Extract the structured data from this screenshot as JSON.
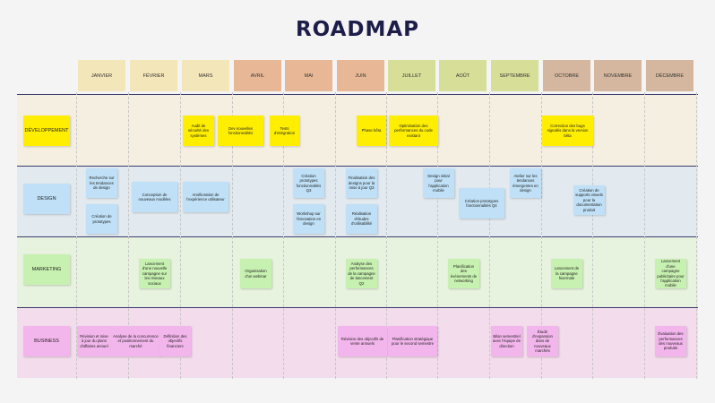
{
  "title": "ROADMAP",
  "months": [
    "JANVIER",
    "FÉVRIER",
    "MARS",
    "AVRIL",
    "MAI",
    "JUIN",
    "JUILLET",
    "AOÛT",
    "SEPTEMBRE",
    "OCTOBRE",
    "NOVEMBRE",
    "DÉCEMBRE"
  ],
  "month_colors": [
    "#f3e6b9",
    "#f3e6b9",
    "#f3e6b9",
    "#e8b896",
    "#e8b896",
    "#e8b896",
    "#d6de98",
    "#d6de98",
    "#d6de98",
    "#d4b79e",
    "#d4b79e",
    "#d4b79e"
  ],
  "rows": [
    {
      "label": "DÉVELOPPEMENT",
      "band": "#f4efe0",
      "label_bg": "#ffee00"
    },
    {
      "label": "DESIGN",
      "band": "#e2eaf0",
      "label_bg": "#bfe0f6"
    },
    {
      "label": "MARKETING",
      "band": "#e8f3df",
      "label_bg": "#c7f1b0"
    },
    {
      "label": "BUSINESS",
      "band": "#f3dcec",
      "label_bg": "#f3b6ec"
    }
  ],
  "notes": [
    {
      "text": "Audit de sécurité des systèmes",
      "color": "#ffee00"
    },
    {
      "text": "Dev nouvelles fonctionnalités",
      "color": "#ffee00"
    },
    {
      "text": "Tests d'intégration",
      "color": "#ffee00"
    },
    {
      "text": "Phase bêta",
      "color": "#ffee00"
    },
    {
      "text": "Optimisation des performances du code existant",
      "color": "#ffee00"
    },
    {
      "text": "Correction des bugs signalés dans la version bêta",
      "color": "#ffee00"
    },
    {
      "text": "Recherche sur les tendances de design",
      "color": "#bfe0f6"
    },
    {
      "text": "Création de prototypes",
      "color": "#bfe0f6"
    },
    {
      "text": "Conception de nouveaux modèles",
      "color": "#bfe0f6"
    },
    {
      "text": "Amélioration de l'expérience utilisateur",
      "color": "#bfe0f6"
    },
    {
      "text": "Création prototypes fonctionnalités Q3",
      "color": "#bfe0f6"
    },
    {
      "text": "Workshop sur l'innovation en design",
      "color": "#bfe0f6"
    },
    {
      "text": "Finalisation des designs pour la mise à jour Q3",
      "color": "#bfe0f6"
    },
    {
      "text": "Réalisation d'études d'utilisabilité",
      "color": "#bfe0f6"
    },
    {
      "text": "Design initial pour l'application mobile",
      "color": "#bfe0f6"
    },
    {
      "text": "Création prototypes fonctionnalités Q4",
      "color": "#bfe0f6"
    },
    {
      "text": "Atelier sur les tendances émergentes en design",
      "color": "#bfe0f6"
    },
    {
      "text": "Création de supports visuels pour la documentation produit",
      "color": "#bfe0f6"
    },
    {
      "text": "Lancement d'une nouvelle campagne sur les réseaux sociaux",
      "color": "#c7f1b0"
    },
    {
      "text": "Organisation d'un webinar",
      "color": "#c7f1b0"
    },
    {
      "text": "Analyse des performances de la campagne de lancement Q2",
      "color": "#c7f1b0"
    },
    {
      "text": "Planification des événements de networking",
      "color": "#c7f1b0"
    },
    {
      "text": "Lancement de la campagne hivernale",
      "color": "#c7f1b0"
    },
    {
      "text": "Lancement d'une campagne publicitaire pour l'application mobile",
      "color": "#c7f1b0"
    },
    {
      "text": "Révision et mise à jour du plans d'affaires annuel",
      "color": "#f3b6ec"
    },
    {
      "text": "Analyse de la concurrence et positionnement du marché",
      "color": "#f3b6ec"
    },
    {
      "text": "Définition des objectifs financiers",
      "color": "#f3b6ec"
    },
    {
      "text": "Révision des objectifs de vente annuels",
      "color": "#f3b6ec"
    },
    {
      "text": "Planification stratégique pour le second semestre",
      "color": "#f3b6ec"
    },
    {
      "text": "Bilan semestriel avec l'équipe de direction",
      "color": "#f3b6ec"
    },
    {
      "text": "Étude d'expansion dans de nouveaux marchés",
      "color": "#f3b6ec"
    },
    {
      "text": "Évaluation des performances des nouveaux produits",
      "color": "#f3b6ec"
    }
  ]
}
